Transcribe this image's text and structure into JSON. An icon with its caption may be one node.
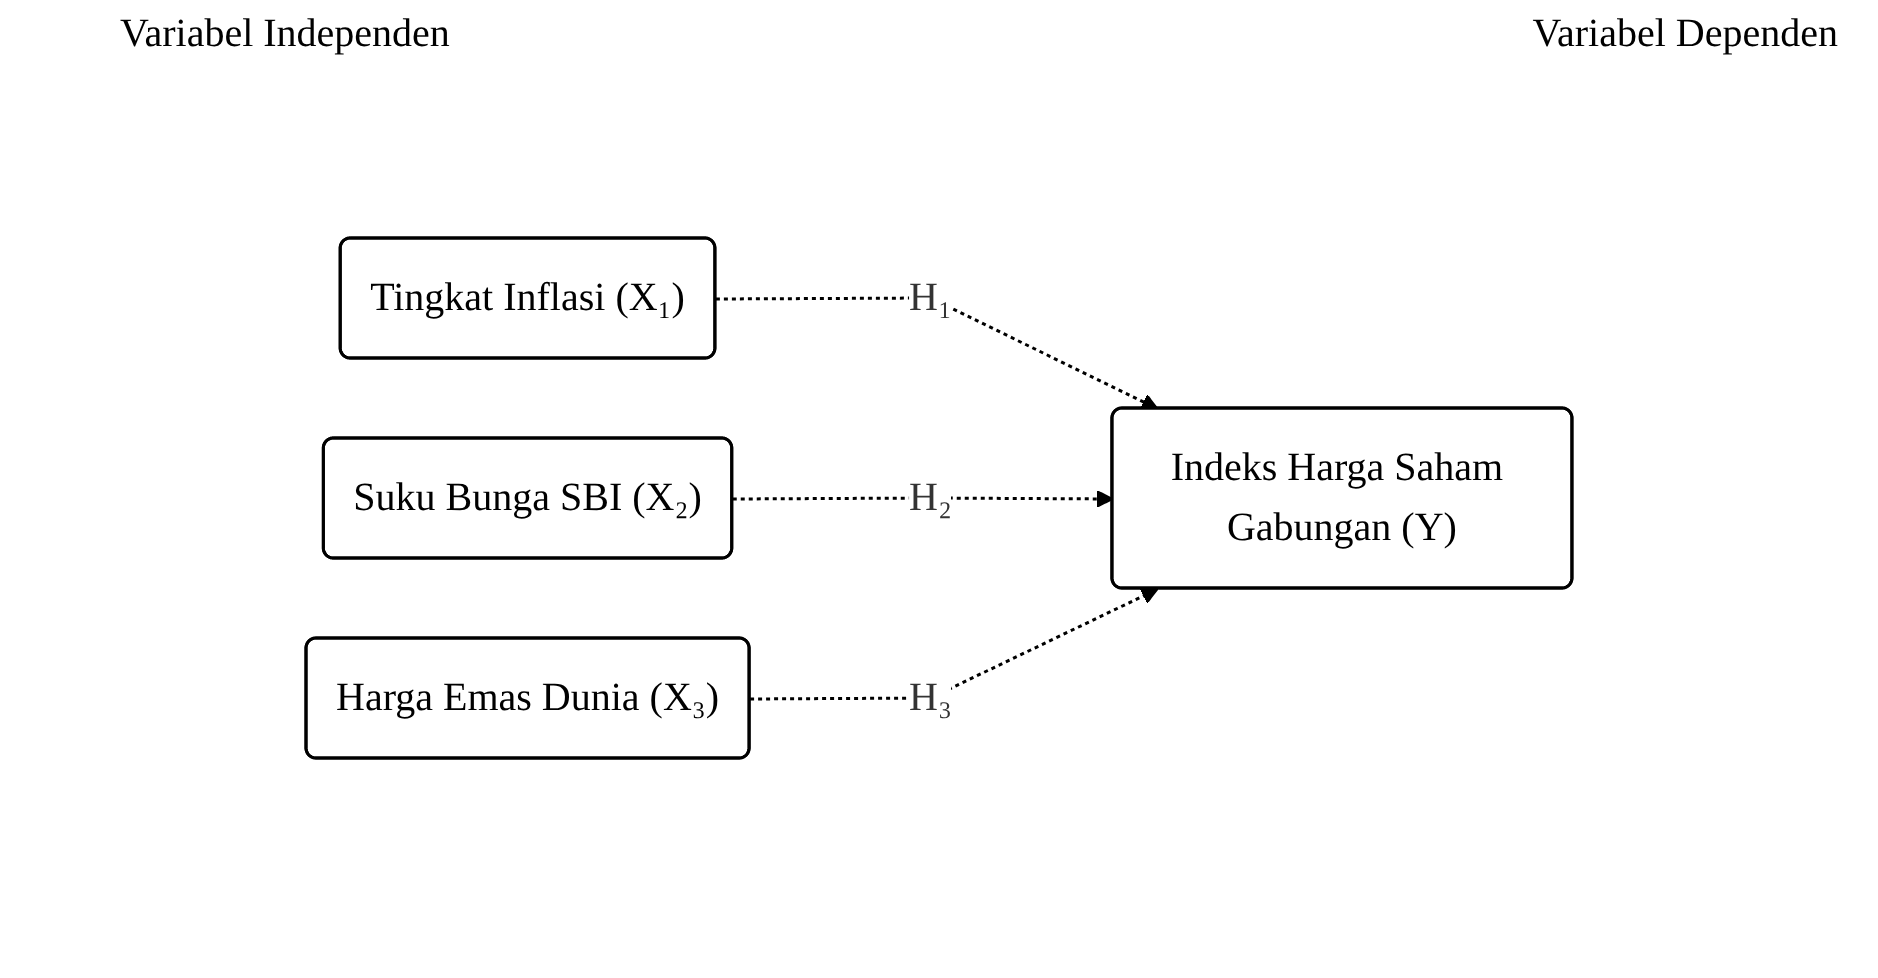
{
  "diagram": {
    "nodes": [
      {
        "text": [
          "Tingkat Inflasi (X₁)"
        ]
      },
      {
        "text": [
          "Suku Bunga SBI (X₂)"
        ]
      },
      {
        "text": [
          "Harga Emas Dunia (X₃)"
        ]
      },
      {
        "text": [
          "Indeks Harga Saham Gabungan (Y)"
        ]
      }
    ],
    "edges": [
      {
        "from": 0,
        "to": 3,
        "arrow": "to",
        "label": "H₁"
      },
      {
        "from": 1,
        "to": 3,
        "arrow": "to",
        "label": "H₂"
      },
      {
        "from": 2,
        "to": 3,
        "arrow": "to",
        "label": "H₃"
      }
    ],
    "labels": [
      "Variabel Independen",
      "Variabel Dependen"
    ]
  }
}
